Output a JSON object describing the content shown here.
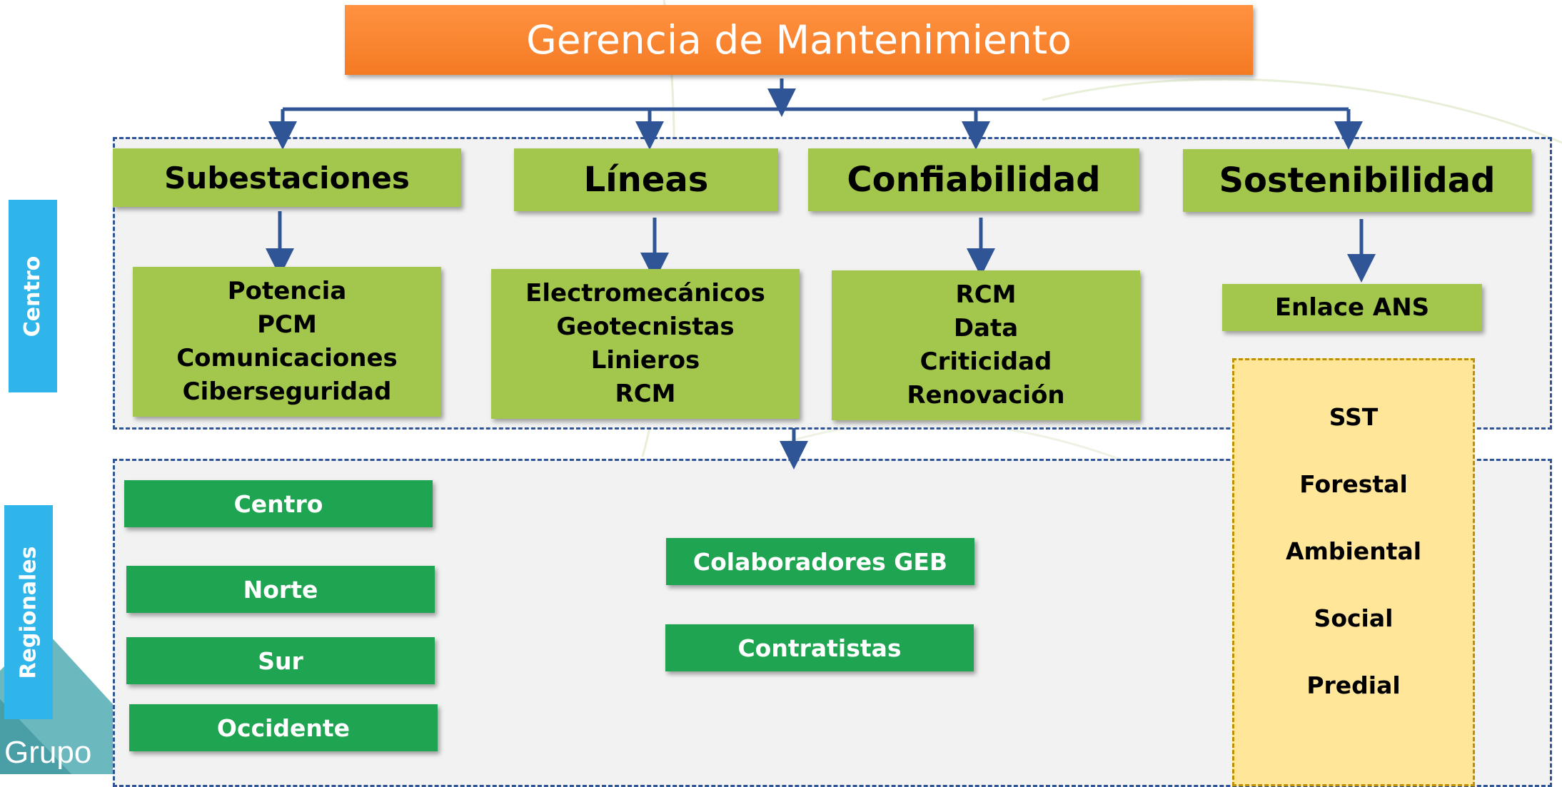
{
  "title": "Gerencia de Mantenimiento",
  "side_tabs": {
    "centro": "Centro",
    "regionales": "Regionales"
  },
  "departments": [
    {
      "name": "Subestaciones",
      "teams": [
        "Potencia",
        "PCM",
        "Comunicaciones",
        "Ciberseguridad"
      ]
    },
    {
      "name": "Líneas",
      "teams": [
        "Electromecánicos",
        "Geotecnistas",
        "Linieros",
        "RCM"
      ]
    },
    {
      "name": "Confiabilidad",
      "teams": [
        "RCM",
        "Data",
        "Criticidad",
        "Renovación"
      ]
    },
    {
      "name": "Sostenibilidad",
      "teams": [
        "Enlace ANS"
      ]
    }
  ],
  "sostenibilidad_areas": [
    "SST",
    "Forestal",
    "Ambiental",
    "Social",
    "Predial"
  ],
  "regionales": [
    "Centro",
    "Norte",
    "Sur",
    "Occidente"
  ],
  "personal": [
    "Colaboradores GEB",
    "Contratistas"
  ],
  "logo_text": "Grupo",
  "colors": {
    "title_orange": "#f57a24",
    "dept_green": "#a2c74c",
    "region_green": "#1fa451",
    "tab_blue": "#2fb5ea",
    "connector_blue": "#2f5597",
    "highlight_yellow": "#ffe699"
  }
}
